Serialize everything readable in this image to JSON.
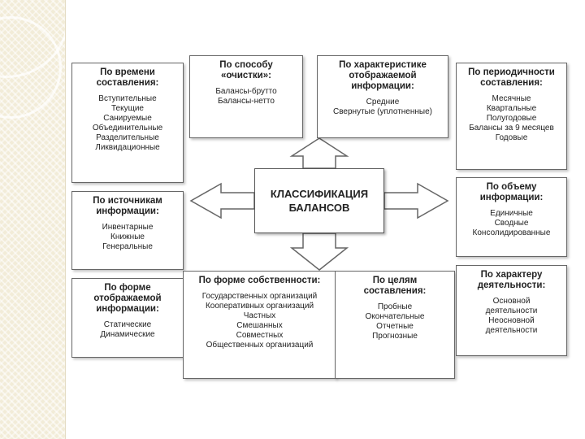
{
  "center": {
    "title": "КЛАССИФИКАЦИЯ\nБАЛАНСОВ"
  },
  "boxes": {
    "time": {
      "heading": "По времени\nсоставления:",
      "items": [
        "Вступительные",
        "Текущие",
        "Санируемые",
        "Объединительные",
        "Разделительные",
        "Ликвидационные"
      ]
    },
    "cleaning": {
      "heading": "По способу\n«очистки»:",
      "items": [
        "Балансы-брутто",
        "Балансы-нетто"
      ]
    },
    "characteristic": {
      "heading": "По характеристике\nотображаемой\nинформации:",
      "items": [
        "Средние",
        "Свернутые (уплотненные)"
      ]
    },
    "periodicity": {
      "heading": "По периодичности\nсоставления:",
      "items": [
        "Месячные",
        "Квартальные",
        "Полугодовые",
        "Балансы за 9 месяцев",
        "Годовые"
      ]
    },
    "sources": {
      "heading": "По источникам\nинформации:",
      "items": [
        "Инвентарные",
        "Книжные",
        "Генеральные"
      ]
    },
    "volume": {
      "heading": "По объему\nинформации:",
      "items": [
        "Единичные",
        "Сводные",
        "Консолидированные"
      ]
    },
    "form_display": {
      "heading": "По форме\nотображаемой\nинформации:",
      "items": [
        "Статические",
        "Динамические"
      ]
    },
    "ownership": {
      "heading": "По форме собственности:",
      "items": [
        "Государственных организаций",
        "Кооперативных организаций",
        "Частных",
        "Смешанных",
        "Совместных",
        "Общественных организаций"
      ]
    },
    "purpose": {
      "heading": "По целям\nсоставления:",
      "items": [
        "Пробные",
        "Окончательные",
        "Отчетные",
        "Прогнозные"
      ]
    },
    "activity": {
      "heading": "По характеру\nдеятельности:",
      "items": [
        "Основной\nдеятельности",
        "Неосновной\nдеятельности"
      ]
    }
  }
}
